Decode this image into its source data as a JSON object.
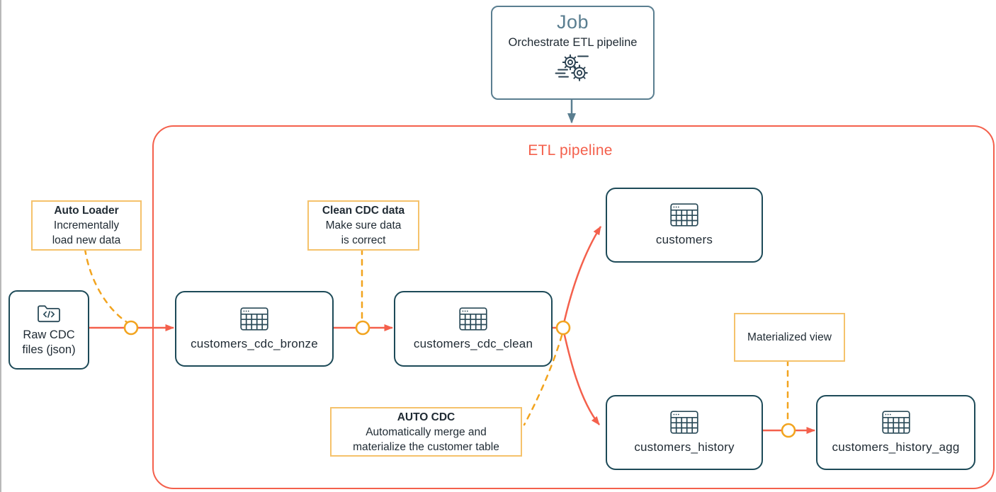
{
  "colors": {
    "accent_red": "#F4604C",
    "connector_amber": "#F2A41F",
    "annotation_border": "#F5C26B",
    "node_teal": "#1D4A58",
    "job_slate": "#5A7E90",
    "text": "#1F2A33"
  },
  "icons": {
    "job": "gears-icon",
    "source": "folder-code-icon",
    "node": "table-grid-icon",
    "connector": "circle-connector"
  },
  "job_box": {
    "title": "Job",
    "subtitle": "Orchestrate ETL pipeline"
  },
  "pipeline": {
    "title": "ETL pipeline"
  },
  "source_node": {
    "line1": "Raw CDC",
    "line2": "files (json)"
  },
  "nodes": {
    "bronze": {
      "label": "customers_cdc_bronze"
    },
    "clean": {
      "label": "customers_cdc_clean"
    },
    "customers": {
      "label": "customers"
    },
    "history": {
      "label": "customers_history"
    },
    "history_agg": {
      "label": "customers_history_agg"
    }
  },
  "annotations": {
    "auto_loader": {
      "title": "Auto Loader",
      "line1": "Incrementally",
      "line2": "load new data"
    },
    "clean_cdc": {
      "title": "Clean CDC data",
      "line1": "Make sure data",
      "line2": "is correct"
    },
    "auto_cdc": {
      "title": "AUTO CDC",
      "line1": "Automatically merge and",
      "line2": "materialize the customer table"
    },
    "materialized_view": {
      "line1": "Materialized view"
    }
  }
}
